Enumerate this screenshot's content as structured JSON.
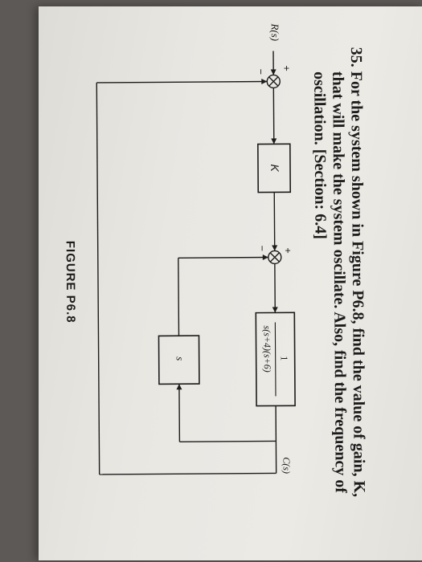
{
  "problem": {
    "number": "35.",
    "text": "For the system shown in Figure P6.8, find the value of gain, K, that will make the system oscillate. Also, find the frequency of oscillation. [Section: 6.4]"
  },
  "diagram": {
    "input_label": "R(s)",
    "output_label": "C(s)",
    "block_gain": "K",
    "block_plant_numerator": "1",
    "block_plant_denominator": "s(s+4)(s+6)",
    "block_feedback": "s",
    "plus_sign": "+",
    "minus_sign": "−"
  },
  "figure": {
    "caption": "FIGURE P6.8"
  }
}
